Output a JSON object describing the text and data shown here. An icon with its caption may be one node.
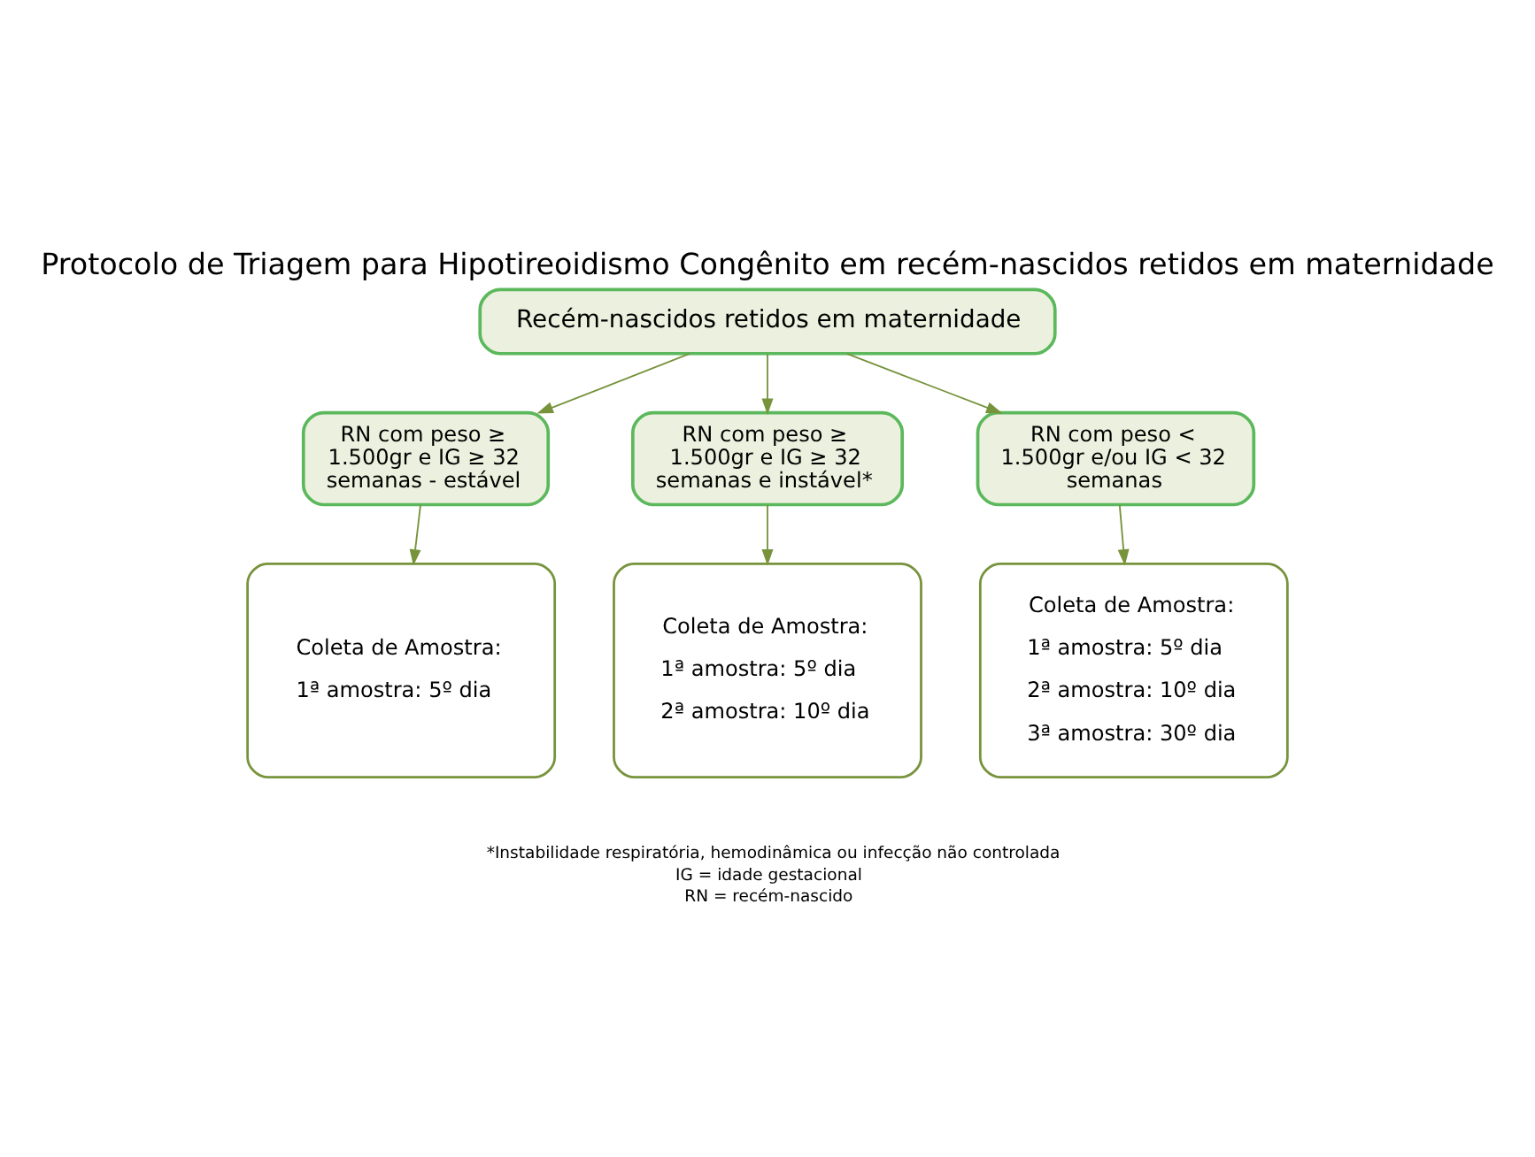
{
  "diagram": {
    "title": "Protocolo de Triagem para Hipotireoidismo Congênito em recém-nascidos retidos em maternidade",
    "nodes": [
      {
        "text": [
          "Recém-nascidos retidos em maternidade"
        ]
      },
      {
        "text": [
          "RN com peso ≥ 1.500gr e IG ≥ 32 semanas - estável"
        ]
      },
      {
        "text": [
          "RN com peso ≥ 1.500gr e IG ≥ 32 semanas e instável*"
        ]
      },
      {
        "text": [
          "RN com peso < 1.500gr e/ou IG < 32 semanas"
        ]
      },
      {
        "text": [
          "Coleta de Amostra:",
          "1ª amostra: 5º dia"
        ]
      },
      {
        "text": [
          "Coleta de Amostra:",
          "1ª amostra: 5º dia",
          "2ª amostra: 10º dia"
        ]
      },
      {
        "text": [
          "Coleta de Amostra:",
          "1ª amostra: 5º dia",
          "2ª amostra: 10º dia",
          "3ª amostra: 30º dia"
        ]
      }
    ],
    "edges": [
      {
        "from": 0,
        "to": 1,
        "arrow": "to"
      },
      {
        "from": 0,
        "to": 2,
        "arrow": "to"
      },
      {
        "from": 0,
        "to": 3,
        "arrow": "to"
      },
      {
        "from": 1,
        "to": 4,
        "arrow": "to"
      },
      {
        "from": 2,
        "to": 5,
        "arrow": "to"
      },
      {
        "from": 3,
        "to": 6,
        "arrow": "to"
      }
    ],
    "labels": [
      "*Instabilidade respiratória, hemodinâmica ou infecção não controlada",
      "IG = idade gestacional",
      "RN = recém-nascido"
    ]
  }
}
